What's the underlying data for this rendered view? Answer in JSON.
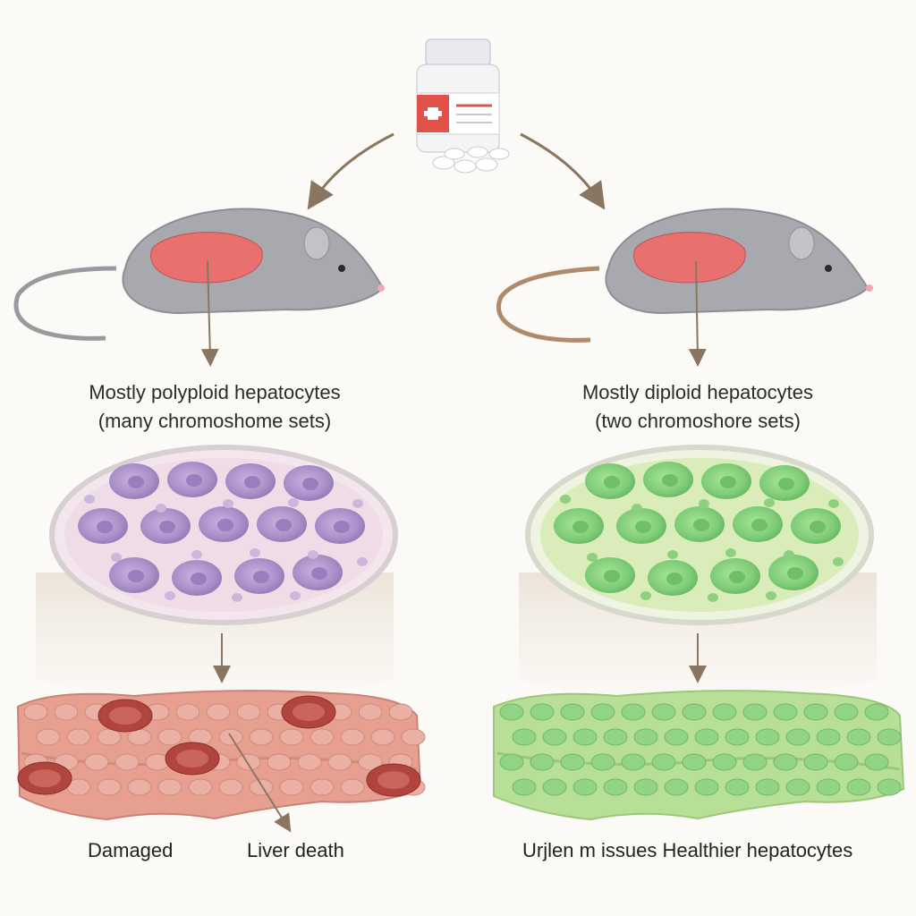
{
  "left": {
    "caption_line1": "Mostly polyploid hepatocytes",
    "caption_line2": "(many chromoshome sets)",
    "bottom_label_a": "Damaged",
    "bottom_label_b": "Liver death",
    "liver_color": "#e86a6a",
    "cell_color": "#b8a2d4",
    "tissue_color": "#e09a8c"
  },
  "right": {
    "caption_line1": "Mostly diploid hepatocytes",
    "caption_line2": "(two chromoshore sets)",
    "bottom_label": "Urjlen m issues Healthier hepatocytes",
    "liver_color": "#e86a6a",
    "cell_color": "#8fd68a",
    "tissue_color": "#a9d98a"
  },
  "icons": [
    "medicine-bottle-icon",
    "mouse-icon",
    "arrow-icon"
  ]
}
